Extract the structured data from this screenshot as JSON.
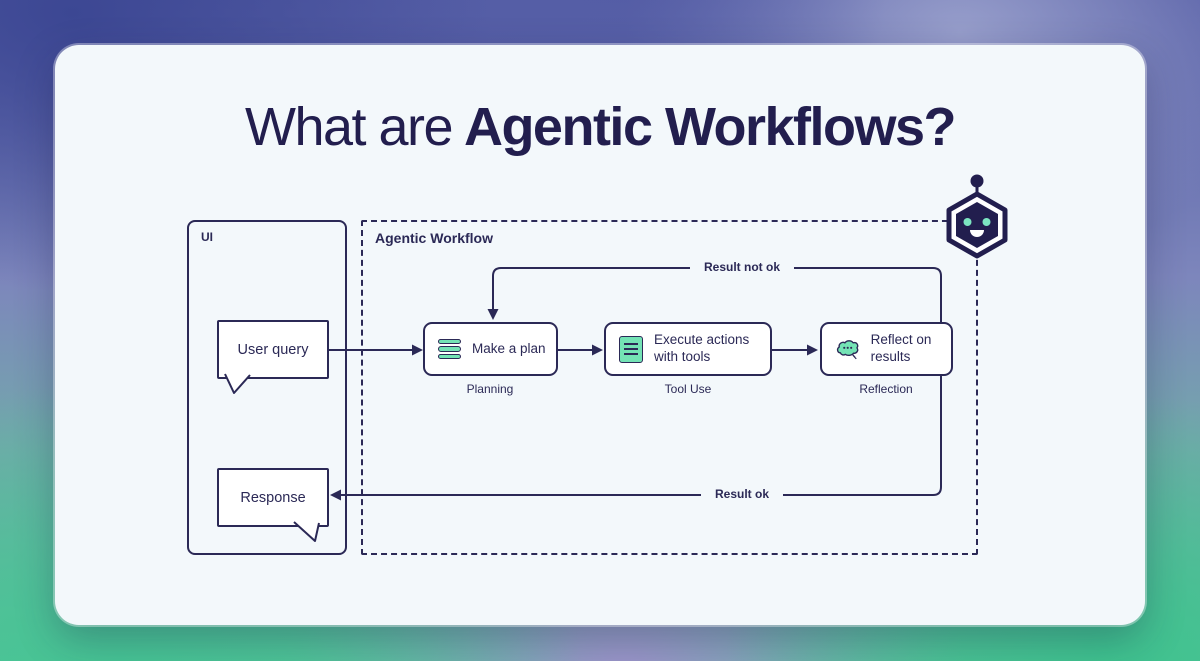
{
  "title": {
    "prefix": "What are",
    "bold": "Agentic Workflows?"
  },
  "ui_panel": {
    "label": "UI",
    "user_query_label": "User query",
    "response_label": "Response"
  },
  "workflow": {
    "label": "Agentic Workflow",
    "steps": [
      {
        "label": "Make a plan",
        "sublabel": "Planning",
        "icon": "stack-icon"
      },
      {
        "label": "Execute actions with tools",
        "sublabel": "Tool Use",
        "icon": "document-icon"
      },
      {
        "label": "Reflect on results",
        "sublabel": "Reflection",
        "icon": "thought-bubble-icon"
      }
    ],
    "edges": {
      "fail_label": "Result not ok",
      "success_label": "Result ok"
    }
  },
  "mascot": {
    "name": "robot-mascot"
  },
  "colors": {
    "navy": "#2b2956",
    "title_navy": "#221e4e",
    "green": "#74e3b5",
    "card_bg": "#f3f8fb",
    "box_bg": "#ffffff"
  }
}
